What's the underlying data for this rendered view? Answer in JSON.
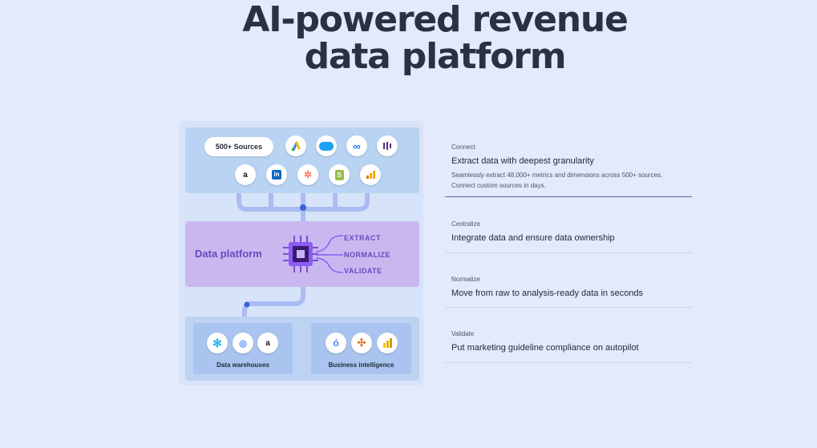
{
  "headline": {
    "line1": "AI-powered revenue",
    "line2": "data platform"
  },
  "diagram": {
    "sources_pill": "500+ Sources",
    "source_icons_row1": [
      "google-ads-icon",
      "salesforce-icon",
      "meta-icon",
      "mixpanel-icon"
    ],
    "source_icons_row2": [
      "amazon-icon",
      "linkedin-icon",
      "hubspot-icon",
      "shopify-icon",
      "google-analytics-icon"
    ],
    "platform_title": "Data platform",
    "steps": [
      "EXTRACT",
      "NORMALIZE",
      "VALIDATE"
    ],
    "warehouses_label": "Data warehouses",
    "warehouse_icons": [
      "snowflake-icon",
      "bigquery-icon",
      "amazon-redshift-icon"
    ],
    "bi_label": "Business intelligence",
    "bi_icons": [
      "looker-icon",
      "tableau-icon",
      "power-bi-icon"
    ],
    "colors": {
      "source_panel": "#b9d3f3",
      "platform_panel": "#c9b8f0",
      "accent": "#6b46c1"
    }
  },
  "features": [
    {
      "tag": "Connect",
      "title": "Extract data with deepest granularity",
      "desc": "Seamlessly extract 48,000+ metrics and dimensions across 500+ sources. Connect custom sources in days.",
      "active": true
    },
    {
      "tag": "Centralize",
      "title": "Integrate data and ensure data ownership"
    },
    {
      "tag": "Normalize",
      "title": "Move from raw to analysis-ready data in seconds"
    },
    {
      "tag": "Validate",
      "title": "Put marketing guideline compliance on autopilot"
    }
  ]
}
